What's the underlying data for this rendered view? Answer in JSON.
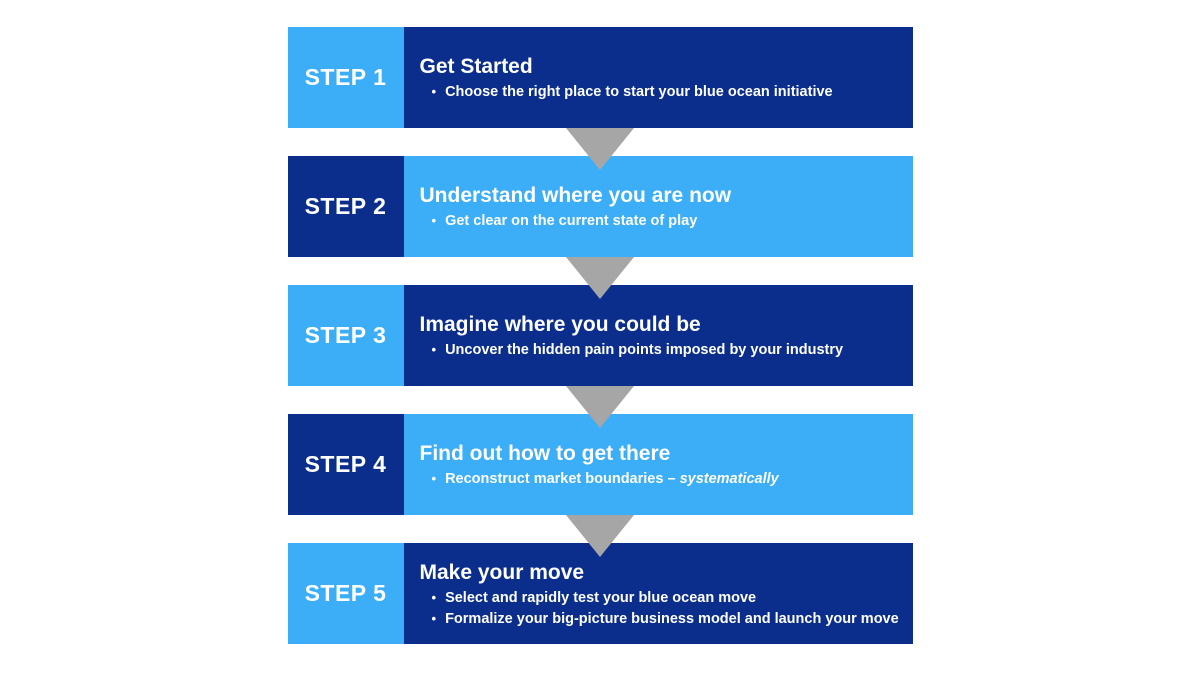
{
  "colors": {
    "light_blue": "#3BAEF7",
    "dark_blue": "#0B2E8C",
    "arrow_gray": "#A6A6A6"
  },
  "diagram": {
    "steps": [
      {
        "label": "STEP 1",
        "title": "Get Started",
        "bullets": [
          "Choose the right place to start your blue ocean initiative"
        ]
      },
      {
        "label": "STEP 2",
        "title": "Understand where you are now",
        "bullets": [
          "Get clear on the current state of play"
        ]
      },
      {
        "label": "STEP 3",
        "title": "Imagine where you could be",
        "bullets": [
          "Uncover the hidden pain points imposed by your industry"
        ]
      },
      {
        "label": "STEP 4",
        "title": "Find out how to get there",
        "bullet_prefix": "Reconstruct market boundaries – ",
        "bullet_italic": "systematically"
      },
      {
        "label": "STEP 5",
        "title": "Make your move",
        "bullets": [
          "Select and rapidly test your blue ocean move",
          "Formalize your big-picture business model and launch your move"
        ]
      }
    ]
  }
}
